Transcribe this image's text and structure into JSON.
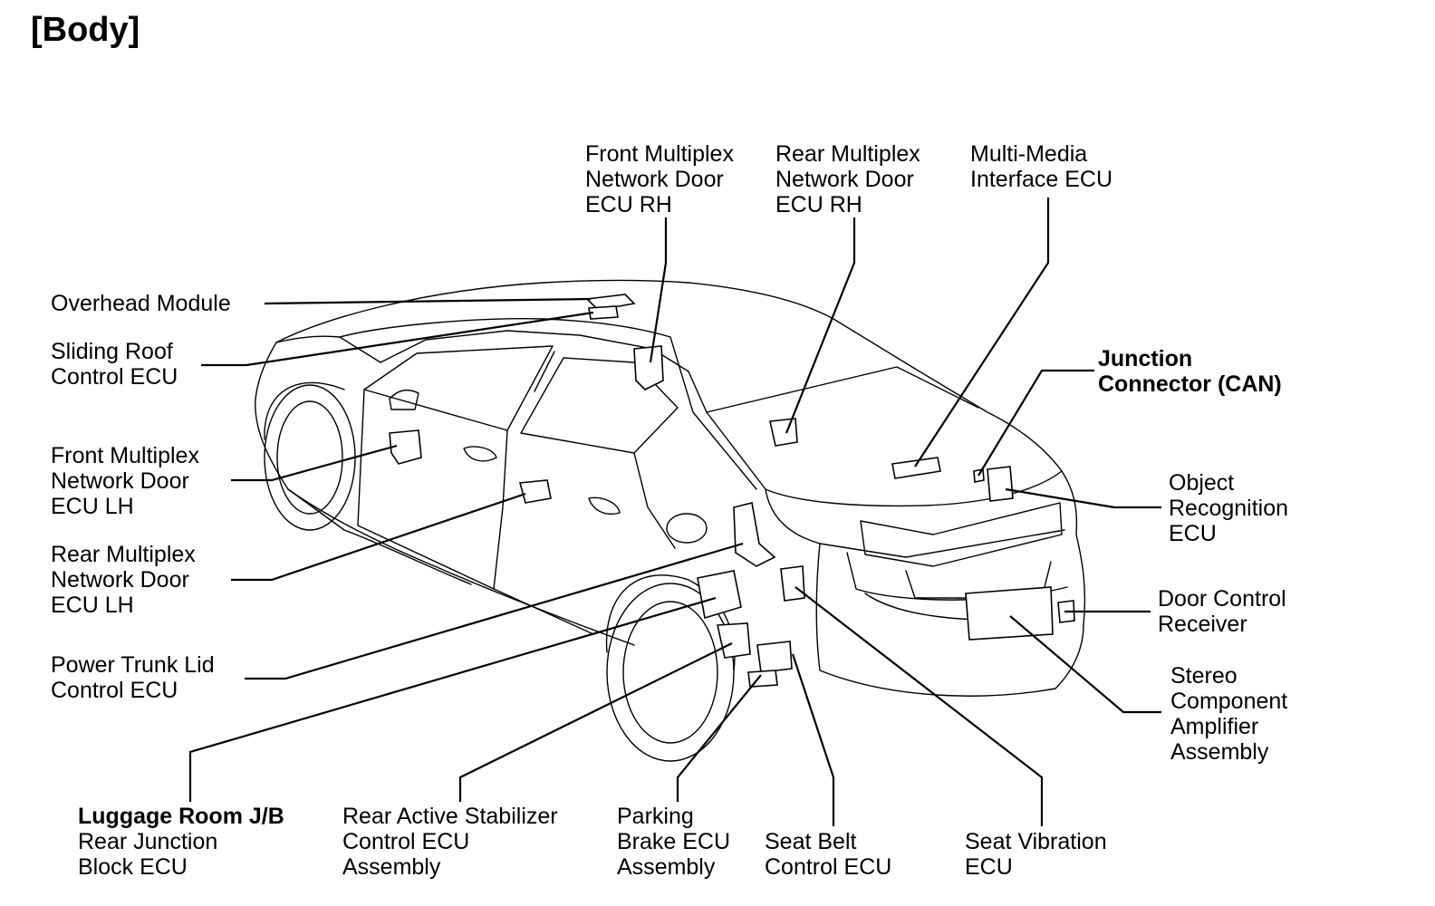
{
  "title": "[Body]",
  "labels": {
    "front_mpx_rh": {
      "lines": [
        "Front Multiplex",
        "Network Door",
        "ECU RH"
      ]
    },
    "rear_mpx_rh": {
      "lines": [
        "Rear Multiplex",
        "Network Door",
        "ECU RH"
      ]
    },
    "multimedia": {
      "lines": [
        "Multi-Media",
        "Interface ECU"
      ]
    },
    "overhead": {
      "lines": [
        "Overhead Module"
      ]
    },
    "sliding_roof": {
      "lines": [
        "Sliding Roof",
        "Control ECU"
      ]
    },
    "junction_can": {
      "lines": [
        "Junction",
        "Connector (CAN)"
      ]
    },
    "front_mpx_lh": {
      "lines": [
        "Front Multiplex",
        "Network Door",
        "ECU LH"
      ]
    },
    "object_recog": {
      "lines": [
        "Object",
        "Recognition",
        "ECU"
      ]
    },
    "rear_mpx_lh": {
      "lines": [
        "Rear Multiplex",
        "Network Door",
        "ECU LH"
      ]
    },
    "door_control": {
      "lines": [
        "Door Control",
        "Receiver"
      ]
    },
    "power_trunk": {
      "lines": [
        "Power Trunk Lid",
        "Control ECU"
      ]
    },
    "stereo": {
      "lines": [
        "Stereo",
        "Component",
        "Amplifier",
        "Assembly"
      ]
    },
    "luggage_jb": {
      "lines": [
        "Luggage Room J/B",
        "Rear Junction",
        "Block ECU"
      ]
    },
    "rear_stabilizer": {
      "lines": [
        "Rear Active Stabilizer",
        "Control ECU",
        "Assembly"
      ]
    },
    "parking_brake": {
      "lines": [
        "Parking",
        "Brake ECU",
        "Assembly"
      ]
    },
    "seat_belt": {
      "lines": [
        "Seat Belt",
        "Control ECU"
      ]
    },
    "seat_vibration": {
      "lines": [
        "Seat Vibration",
        "ECU"
      ]
    }
  }
}
